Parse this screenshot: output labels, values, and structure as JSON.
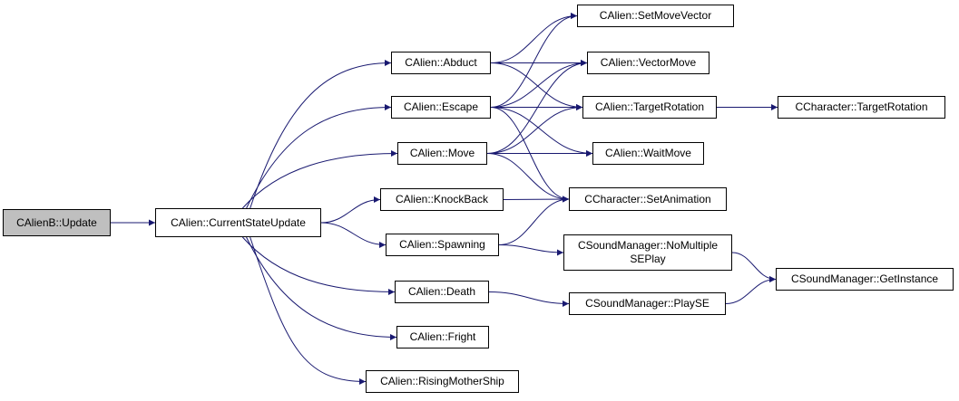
{
  "graph": {
    "nodes": [
      {
        "id": "alienb_update",
        "label": "CAlienB::Update",
        "root": true
      },
      {
        "id": "currentstateupdate",
        "label": "CAlien::CurrentStateUpdate"
      },
      {
        "id": "abduct",
        "label": "CAlien::Abduct"
      },
      {
        "id": "escape",
        "label": "CAlien::Escape"
      },
      {
        "id": "move",
        "label": "CAlien::Move"
      },
      {
        "id": "knockback",
        "label": "CAlien::KnockBack"
      },
      {
        "id": "spawning",
        "label": "CAlien::Spawning"
      },
      {
        "id": "death",
        "label": "CAlien::Death"
      },
      {
        "id": "fright",
        "label": "CAlien::Fright"
      },
      {
        "id": "risingmothership",
        "label": "CAlien::RisingMotherShip"
      },
      {
        "id": "setmovevector",
        "label": "CAlien::SetMoveVector"
      },
      {
        "id": "vectormove",
        "label": "CAlien::VectorMove"
      },
      {
        "id": "targetrotation",
        "label": "CAlien::TargetRotation"
      },
      {
        "id": "waitmove",
        "label": "CAlien::WaitMove"
      },
      {
        "id": "setanimation",
        "label": "CCharacter::SetAnimation"
      },
      {
        "id": "nomultiple",
        "label": "CSoundManager::NoMultiple\nSEPlay"
      },
      {
        "id": "playse",
        "label": "CSoundManager::PlaySE"
      },
      {
        "id": "char_targetrotation",
        "label": "CCharacter::TargetRotation"
      },
      {
        "id": "getinstance",
        "label": "CSoundManager::GetInstance"
      }
    ],
    "edges": [
      [
        "alienb_update",
        "currentstateupdate"
      ],
      [
        "currentstateupdate",
        "abduct"
      ],
      [
        "currentstateupdate",
        "escape"
      ],
      [
        "currentstateupdate",
        "move"
      ],
      [
        "currentstateupdate",
        "knockback"
      ],
      [
        "currentstateupdate",
        "spawning"
      ],
      [
        "currentstateupdate",
        "death"
      ],
      [
        "currentstateupdate",
        "fright"
      ],
      [
        "currentstateupdate",
        "risingmothership"
      ],
      [
        "abduct",
        "setmovevector"
      ],
      [
        "abduct",
        "vectormove"
      ],
      [
        "abduct",
        "targetrotation"
      ],
      [
        "escape",
        "setmovevector"
      ],
      [
        "escape",
        "vectormove"
      ],
      [
        "escape",
        "targetrotation"
      ],
      [
        "escape",
        "waitmove"
      ],
      [
        "escape",
        "setanimation"
      ],
      [
        "move",
        "vectormove"
      ],
      [
        "move",
        "targetrotation"
      ],
      [
        "move",
        "waitmove"
      ],
      [
        "move",
        "setanimation"
      ],
      [
        "knockback",
        "setanimation"
      ],
      [
        "spawning",
        "setanimation"
      ],
      [
        "spawning",
        "nomultiple"
      ],
      [
        "death",
        "playse"
      ],
      [
        "targetrotation",
        "char_targetrotation"
      ],
      [
        "nomultiple",
        "getinstance"
      ],
      [
        "playse",
        "getinstance"
      ]
    ],
    "colors": {
      "edge": "#191970",
      "border": "#000000",
      "root_fill": "#bfbfbf",
      "node_fill": "#ffffff"
    }
  }
}
